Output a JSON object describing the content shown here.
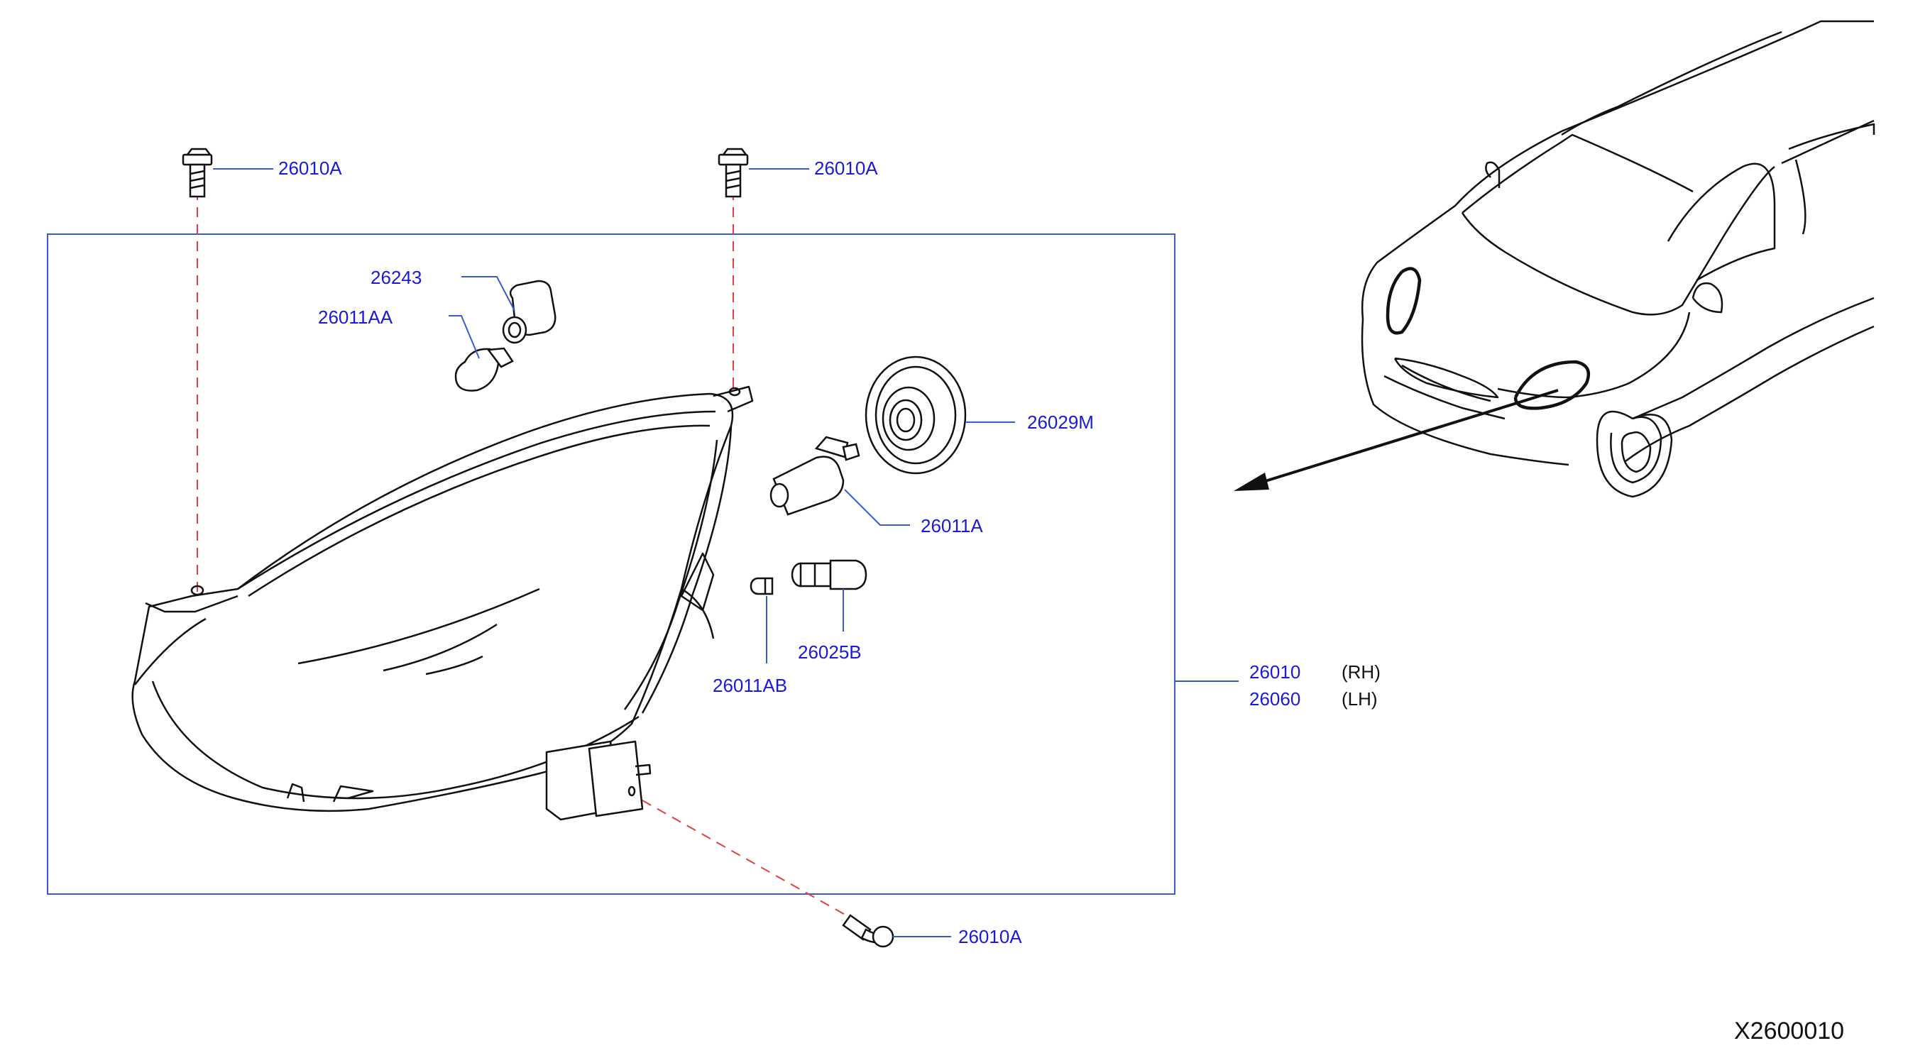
{
  "diagram": {
    "id": "X2600010",
    "labels": {
      "bolt_top_left": "26010A",
      "bolt_top_center": "26010A",
      "bolt_bottom": "26010A",
      "socket": "26243",
      "side_bulb": "26011AA",
      "cover": "26029M",
      "headlamp_bulb": "26011A",
      "small_socket": "26025B",
      "small_bulb": "26011AB",
      "assembly_rh": "26010",
      "assembly_lh": "26060",
      "rh_note": "(RH)",
      "lh_note": "(LH)"
    },
    "colors": {
      "label": "#1a1ad6",
      "leader": "#3a5bd0",
      "dashed": "#e04040",
      "frame": "#3a5bd0",
      "line": "#111111"
    }
  }
}
